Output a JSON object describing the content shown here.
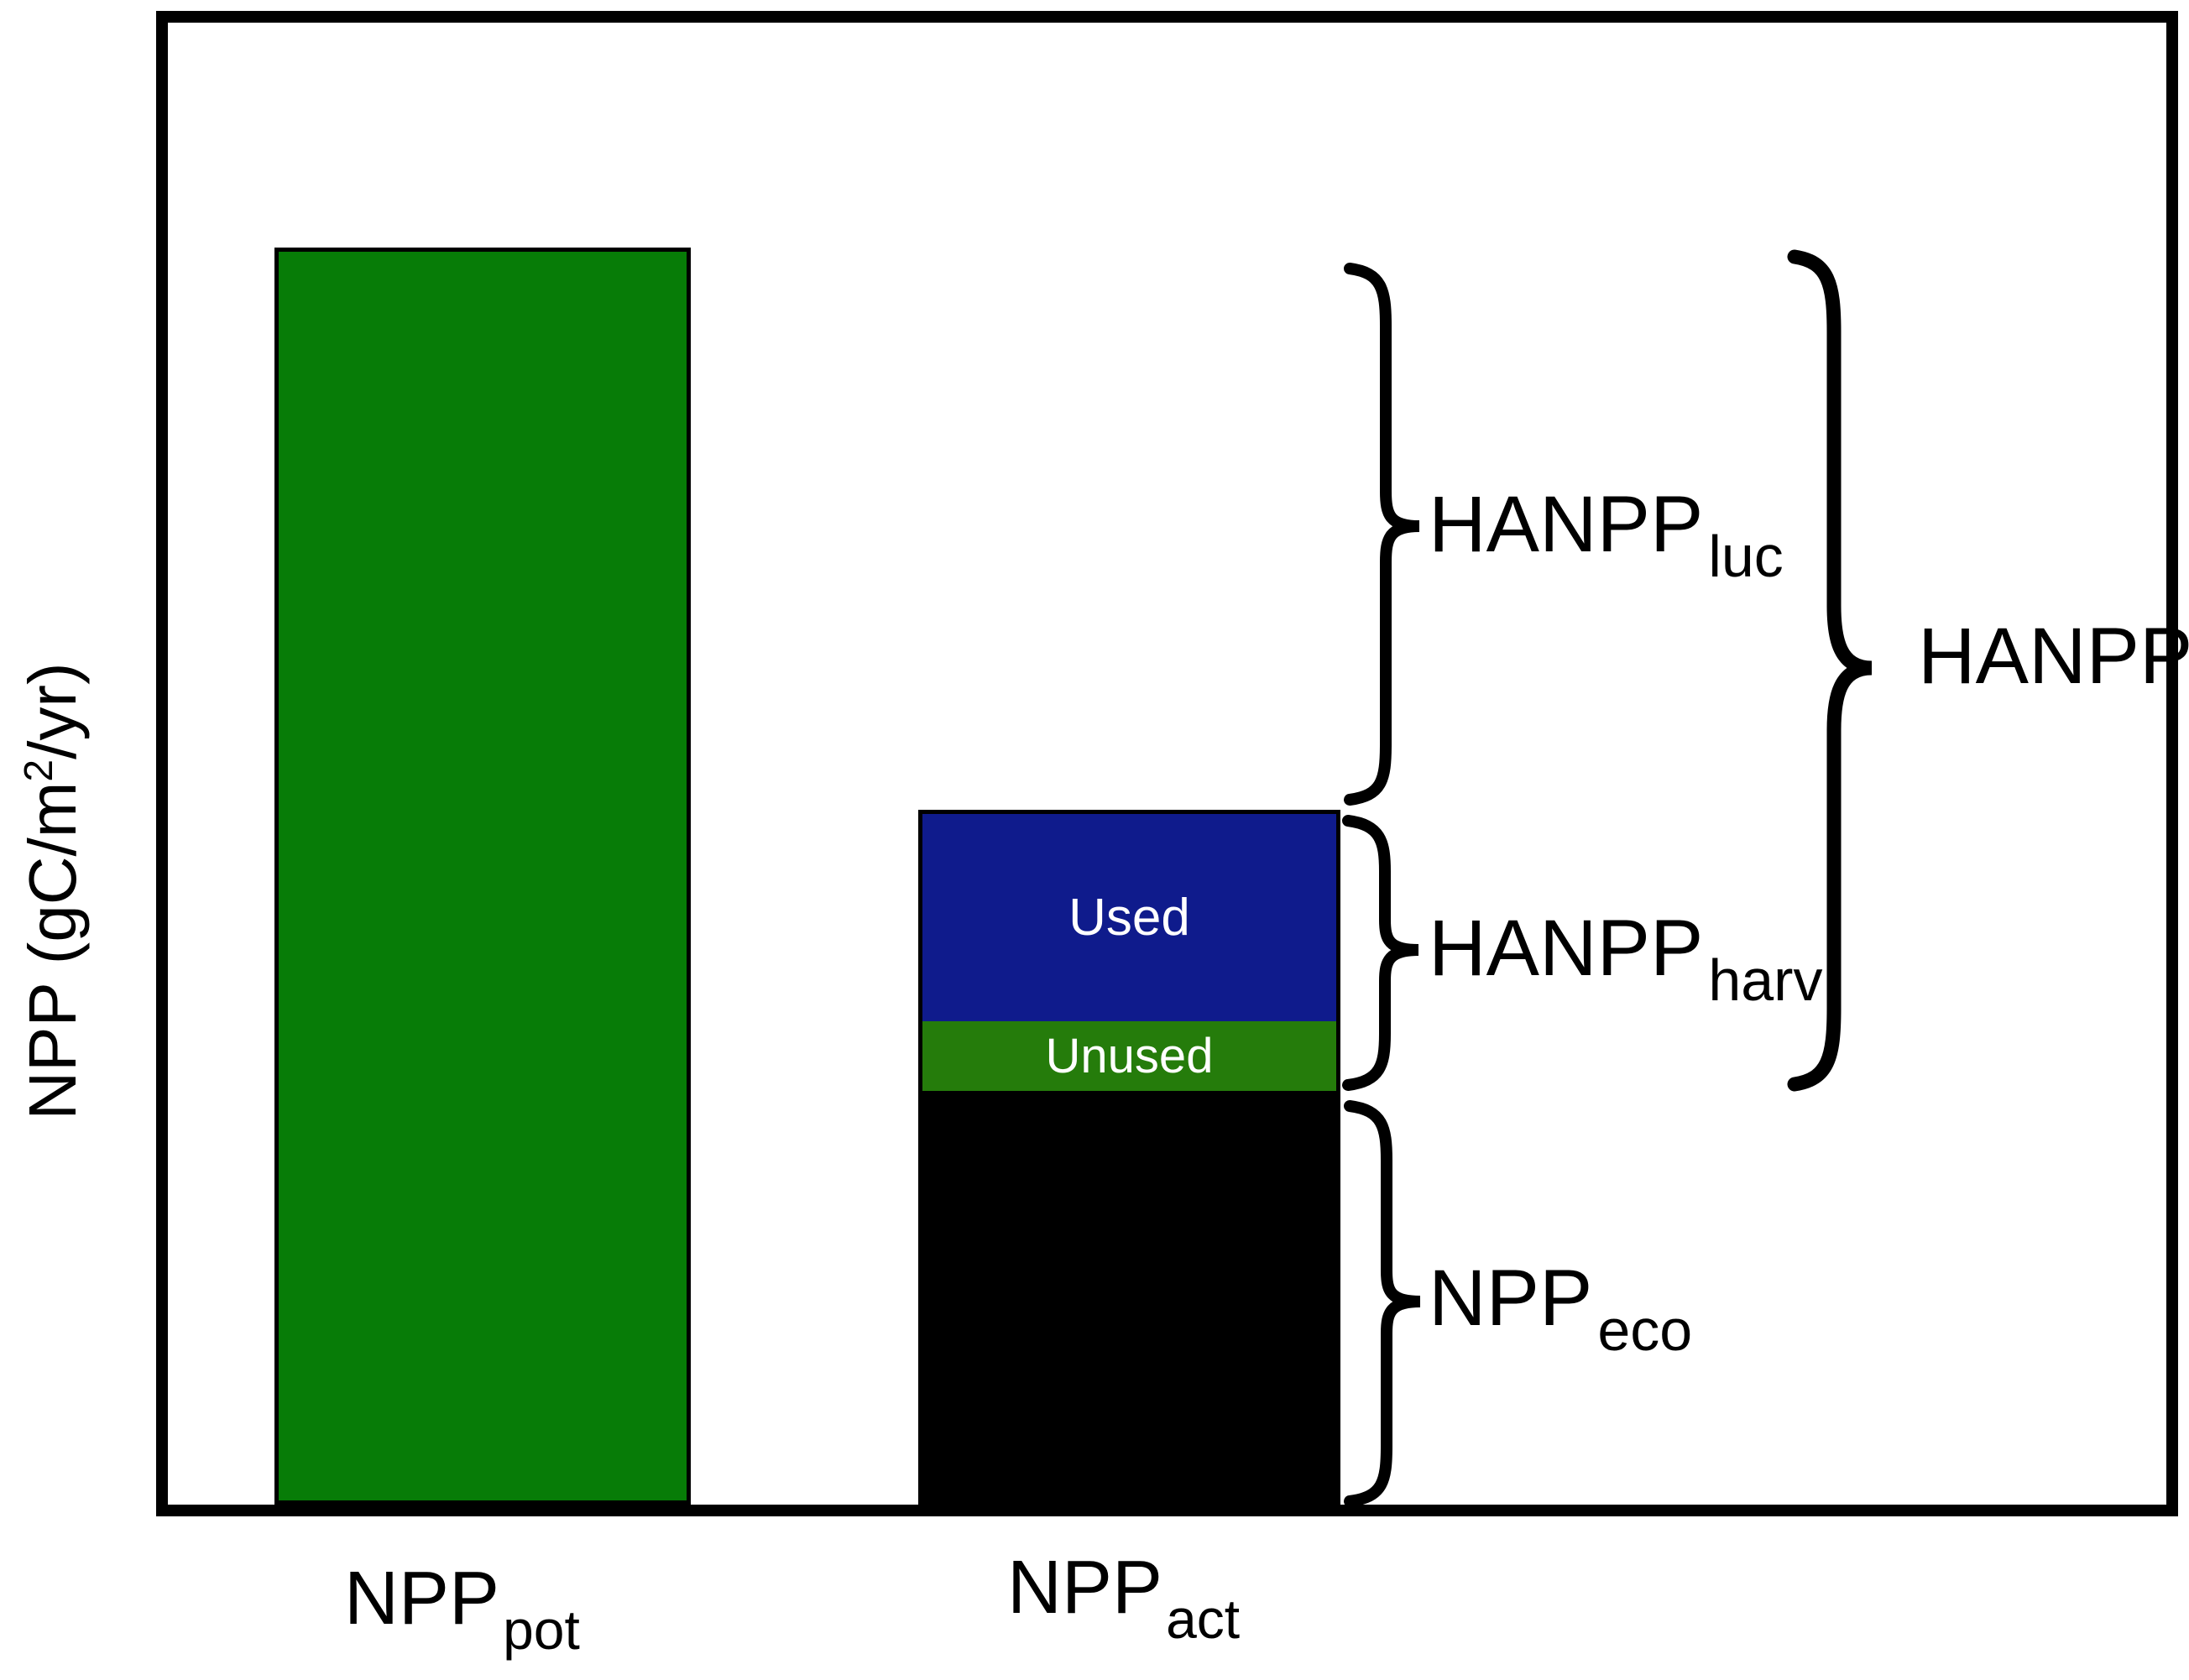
{
  "y_axis": {
    "prefix": "NPP (gC/m",
    "superscript": "2",
    "suffix": "/yr)"
  },
  "x_labels": {
    "pot": {
      "main": "NPP",
      "sub": "pot"
    },
    "act": {
      "main": "NPP",
      "sub": "act"
    }
  },
  "segments": {
    "used": "Used",
    "unused": "Unused"
  },
  "braces": {
    "luc": {
      "main": "HANPP",
      "sub": "luc"
    },
    "harv": {
      "main": "HANPP",
      "sub": "harv"
    },
    "eco": {
      "main": "NPP",
      "sub": "eco"
    },
    "total": {
      "main": "HANPP",
      "sub": ""
    }
  },
  "colors": {
    "npp_pot_green": "#077c07",
    "used_blue": "#0f1b8c",
    "unused_green": "#257c0b",
    "npp_eco_black": "#000000",
    "line_black": "#000000",
    "background": "#ffffff",
    "segment_text": "#ffffff"
  },
  "chart_data": {
    "type": "bar",
    "subtype": "conceptual stacked bars with brace annotations, no numeric scale shown",
    "title": "",
    "xlabel": "",
    "ylabel": "NPP (gC/m²/yr)",
    "value_basis": "relative units estimated from bar heights; NPP_pot = 100 (axis has no tick labels)",
    "categories": [
      "NPP_pot",
      "NPP_act"
    ],
    "series": [
      {
        "name": "NPP_pot (single solid bar)",
        "color": "#077c07",
        "values": [
          100,
          0
        ]
      },
      {
        "name": "NPP_eco (bottom segment)",
        "color": "#000000",
        "values": [
          0,
          33
        ]
      },
      {
        "name": "Unused (middle segment)",
        "color": "#257c0b",
        "values": [
          0,
          5.5
        ]
      },
      {
        "name": "Used (top segment)",
        "color": "#0f1b8c",
        "values": [
          0,
          17
        ]
      }
    ],
    "bar_totals": {
      "NPP_pot": 100,
      "NPP_act": 55.5
    },
    "annotations": [
      {
        "label": "HANPP_luc",
        "meaning": "gap from top of NPP_act up to top of NPP_pot",
        "value": 44.5
      },
      {
        "label": "HANPP_harv",
        "meaning": "Used + Unused segments of NPP_act",
        "value": 22.5
      },
      {
        "label": "NPP_eco",
        "meaning": "black bottom segment of NPP_act",
        "value": 33
      },
      {
        "label": "HANPP",
        "meaning": "HANPP_luc + HANPP_harv (large outer brace)",
        "value": 67
      }
    ],
    "legend": "none",
    "grid": false,
    "axis_numeric_labels": false
  }
}
